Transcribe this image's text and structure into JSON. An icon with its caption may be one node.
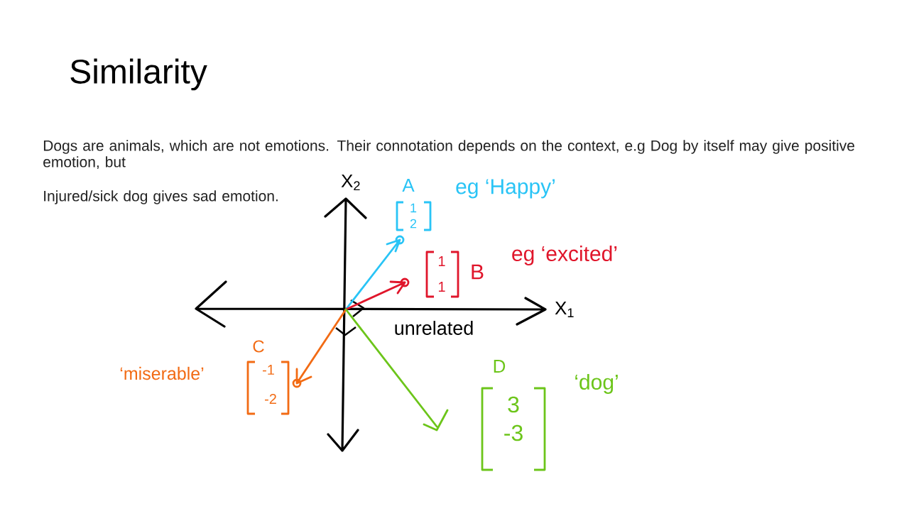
{
  "diagram": {
    "title": "Similarity",
    "labels": [
      "Dogs are animals, which are not emotions. Their connotation depends on the context, e.g Dog by itself may give positive emotion, but",
      "Injured/sick dog gives sad emotion.",
      "X$_{2}$",
      "A",
      "eg ‘Happy’",
      "1",
      "2",
      "1",
      "1",
      "B",
      "eg ‘excited’",
      "X$_{1}$",
      "unrelated",
      "C",
      "‘miserable’",
      "-1",
      "-2",
      "D",
      "3",
      "-3",
      "‘dog’"
    ]
  }
}
